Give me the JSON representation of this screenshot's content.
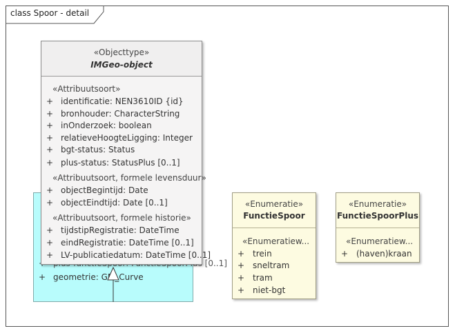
{
  "diagram": {
    "title": "class Spoor - detail"
  },
  "imgeo_object": {
    "stereotype": "«Objecttype»",
    "name": "IMGeo-object",
    "groups": [
      {
        "label": "«Attribuutsoort»",
        "attributes": [
          {
            "vis": "+",
            "text": "identificatie: NEN3610ID {id}"
          },
          {
            "vis": "+",
            "text": "bronhouder: CharacterString"
          },
          {
            "vis": "+",
            "text": "inOnderzoek: boolean"
          },
          {
            "vis": "+",
            "text": "relatieveHoogteLigging: Integer"
          },
          {
            "vis": "+",
            "text": "bgt-status: Status"
          },
          {
            "vis": "+",
            "text": "plus-status: StatusPlus [0..1]"
          }
        ]
      },
      {
        "label": "«Attribuutsoort, formele levensduur»",
        "attributes": [
          {
            "vis": "+",
            "text": "objectBegintijd: Date"
          },
          {
            "vis": "+",
            "text": "objectEindtijd: Date [0..1]"
          }
        ]
      },
      {
        "label": "«Attribuutsoort, formele historie»",
        "attributes": [
          {
            "vis": "+",
            "text": "tijdstipRegistratie: DateTime"
          },
          {
            "vis": "+",
            "text": "eindRegistratie: DateTime [0..1]"
          },
          {
            "vis": "+",
            "text": "LV-publicatiedatum: DateTime [0..1]"
          }
        ]
      }
    ]
  },
  "spoor_class": {
    "partial_attribute": {
      "vis": "+",
      "text": "plus-functieSpoor: FunctieSpoorPlus [0..1]"
    },
    "geometry_attribute": {
      "vis": "+",
      "text": "geometrie: GM_Curve"
    }
  },
  "enum_functie_spoor": {
    "stereotype": "«Enumeratie»",
    "name": "FunctieSpoor",
    "section_label": "«Enumeratiew...",
    "values": [
      {
        "vis": "+",
        "text": "trein"
      },
      {
        "vis": "+",
        "text": "sneltram"
      },
      {
        "vis": "+",
        "text": "tram"
      },
      {
        "vis": "+",
        "text": "niet-bgt"
      }
    ]
  },
  "enum_functie_spoor_plus": {
    "stereotype": "«Enumeratie»",
    "name": "FunctieSpoorPlus",
    "section_label": "«Enumeratiew...",
    "values": [
      {
        "vis": "+",
        "text": "(haven)kraan"
      }
    ]
  },
  "colors": {
    "spoor_fill": "#b8fcfc",
    "object_fill": "#f5f4f4",
    "enumeration_fill": "#fdfbe1"
  }
}
